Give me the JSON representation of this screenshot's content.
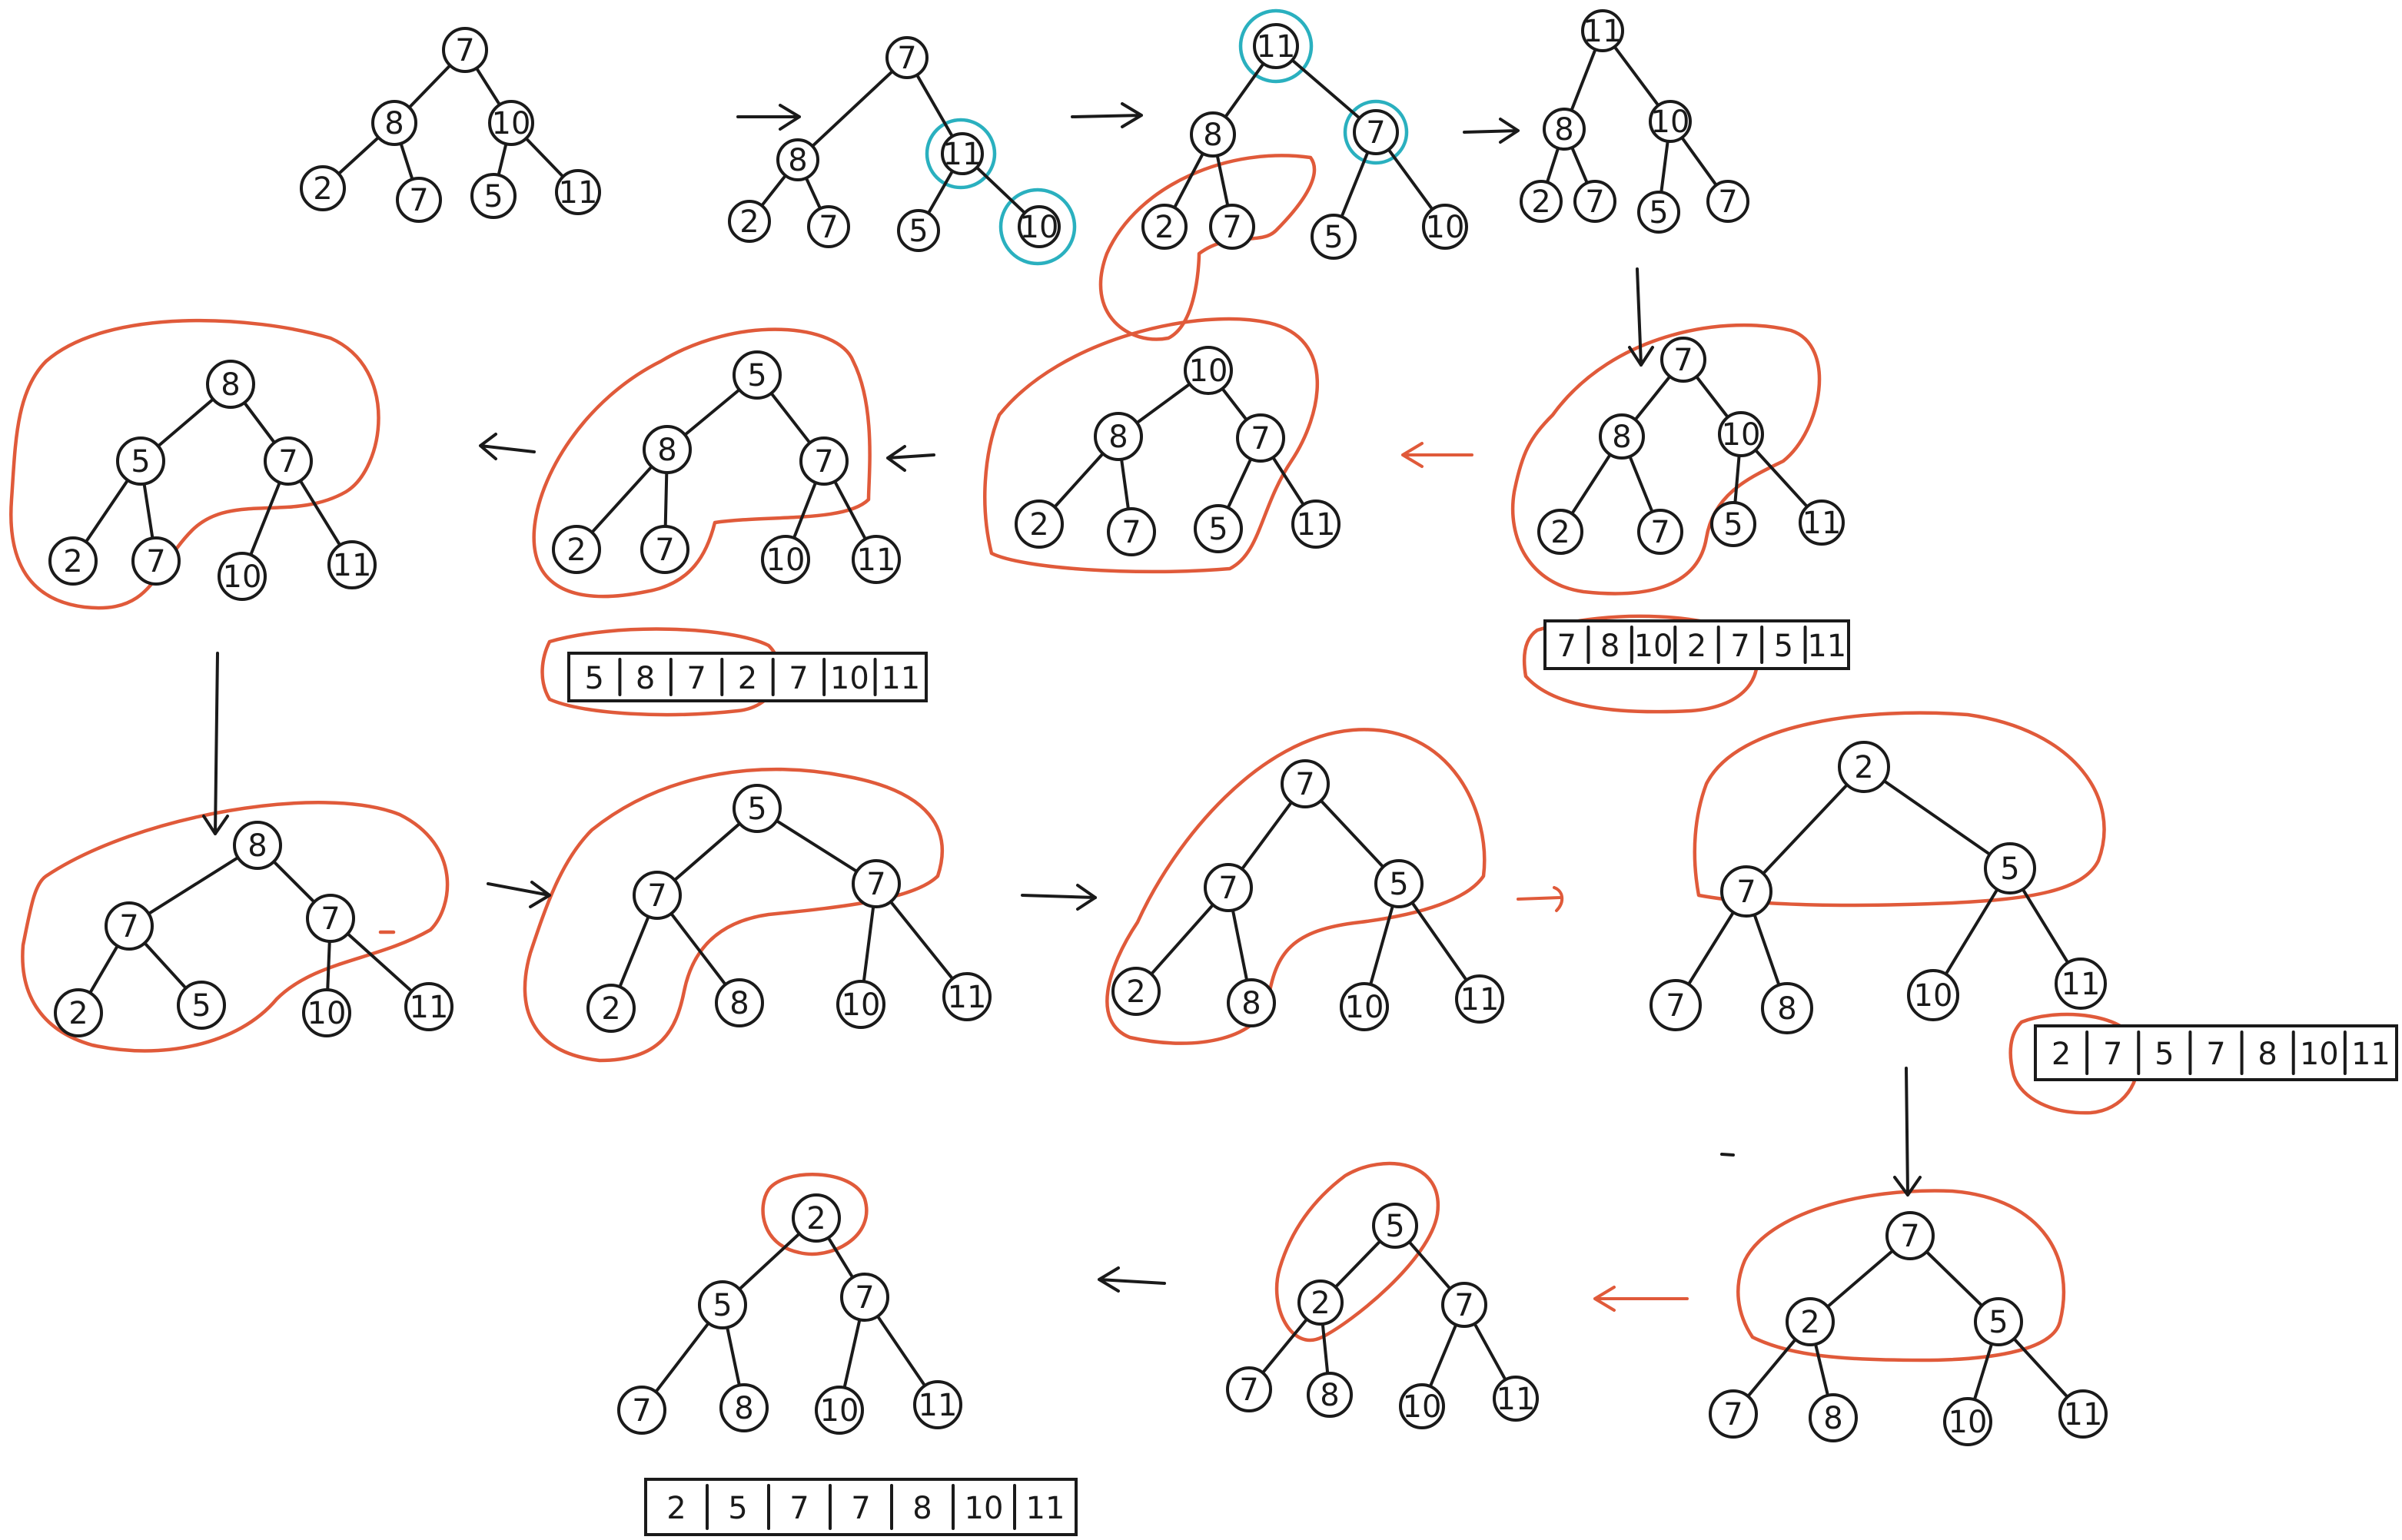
{
  "colors": {
    "ink": "#1a1a1a",
    "highlight_red": "#e05a3a",
    "highlight_cyan": "#2ab0bf"
  },
  "trees": [
    {
      "id": "t1",
      "nodes": [
        "7",
        "8",
        "10",
        "2",
        "7",
        "5",
        "11"
      ]
    },
    {
      "id": "t2",
      "nodes": [
        "7",
        "8",
        "11",
        "2",
        "7",
        "5",
        "10"
      ]
    },
    {
      "id": "t3",
      "nodes": [
        "11",
        "8",
        "7",
        "2",
        "7",
        "5",
        "10"
      ]
    },
    {
      "id": "t4",
      "nodes": [
        "11",
        "8",
        "10",
        "2",
        "7",
        "5",
        "7"
      ]
    },
    {
      "id": "t5",
      "nodes": [
        "7",
        "8",
        "10",
        "2",
        "7",
        "5",
        "11"
      ]
    },
    {
      "id": "t6",
      "nodes": [
        "10",
        "8",
        "7",
        "2",
        "7",
        "5",
        "11"
      ]
    },
    {
      "id": "t7",
      "nodes": [
        "5",
        "8",
        "7",
        "2",
        "7",
        "10",
        "11"
      ]
    },
    {
      "id": "t8",
      "nodes": [
        "8",
        "5",
        "7",
        "2",
        "7",
        "10",
        "11"
      ]
    },
    {
      "id": "t9",
      "nodes": [
        "8",
        "7",
        "7",
        "2",
        "5",
        "10",
        "11"
      ]
    },
    {
      "id": "t10",
      "nodes": [
        "5",
        "7",
        "7",
        "2",
        "8",
        "10",
        "11"
      ]
    },
    {
      "id": "t11",
      "nodes": [
        "7",
        "7",
        "5",
        "2",
        "8",
        "10",
        "11"
      ]
    },
    {
      "id": "t12",
      "nodes": [
        "2",
        "7",
        "5",
        "7",
        "8",
        "10",
        "11"
      ]
    },
    {
      "id": "t13",
      "nodes": [
        "7",
        "2",
        "5",
        "7",
        "8",
        "10",
        "11"
      ]
    },
    {
      "id": "t14",
      "nodes": [
        "5",
        "2",
        "7",
        "7",
        "8",
        "10",
        "11"
      ]
    },
    {
      "id": "t15",
      "nodes": [
        "2",
        "5",
        "7",
        "7",
        "8",
        "10",
        "11"
      ]
    }
  ],
  "arrays": [
    {
      "id": "a1",
      "cells": [
        "7",
        "8",
        "10",
        "2",
        "7",
        "5",
        "11"
      ]
    },
    {
      "id": "a2",
      "cells": [
        "5",
        "8",
        "7",
        "2",
        "7",
        "10",
        "11"
      ]
    },
    {
      "id": "a3",
      "cells": [
        "2",
        "7",
        "5",
        "7",
        "8",
        "10",
        "11"
      ]
    },
    {
      "id": "a4",
      "cells": [
        "2",
        "5",
        "7",
        "7",
        "8",
        "10",
        "11"
      ]
    }
  ]
}
